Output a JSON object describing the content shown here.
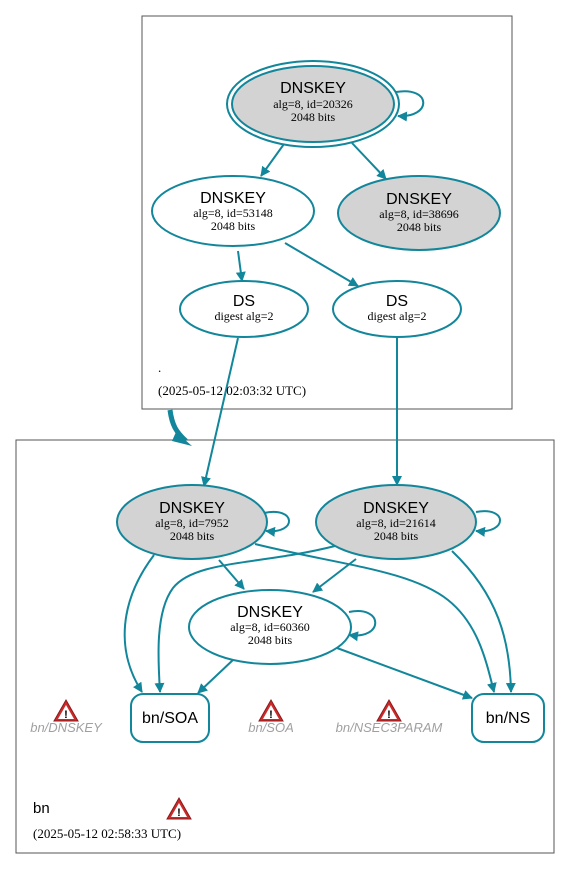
{
  "root_zone": {
    "name": ".",
    "timestamp": "(2025-05-12 02:03:32 UTC)",
    "nodes": {
      "ksk": {
        "title": "DNSKEY",
        "line1": "alg=8, id=20326",
        "line2": "2048 bits"
      },
      "zsk": {
        "title": "DNSKEY",
        "line1": "alg=8, id=53148",
        "line2": "2048 bits"
      },
      "key3": {
        "title": "DNSKEY",
        "line1": "alg=8, id=38696",
        "line2": "2048 bits"
      },
      "ds1": {
        "title": "DS",
        "line1": "digest alg=2"
      },
      "ds2": {
        "title": "DS",
        "line1": "digest alg=2"
      }
    }
  },
  "bn_zone": {
    "name": "bn",
    "timestamp": "(2025-05-12 02:58:33 UTC)",
    "nodes": {
      "ksk1": {
        "title": "DNSKEY",
        "line1": "alg=8, id=7952",
        "line2": "2048 bits"
      },
      "ksk2": {
        "title": "DNSKEY",
        "line1": "alg=8, id=21614",
        "line2": "2048 bits"
      },
      "zsk": {
        "title": "DNSKEY",
        "line1": "alg=8, id=60360",
        "line2": "2048 bits"
      },
      "soa": {
        "title": "bn/SOA"
      },
      "ns": {
        "title": "bn/NS"
      }
    },
    "warnings": {
      "dnskey": "bn/DNSKEY",
      "soa": "bn/SOA",
      "nsec3param": "bn/NSEC3PARAM"
    }
  },
  "colors": {
    "edge": "#12869a",
    "node_fill_gray": "#d3d3d3",
    "zone_border": "#555555",
    "warning_red": "#cc2a2a",
    "warning_label": "#a0a0a0"
  },
  "icons": {
    "warning": "warning-triangle-icon"
  }
}
